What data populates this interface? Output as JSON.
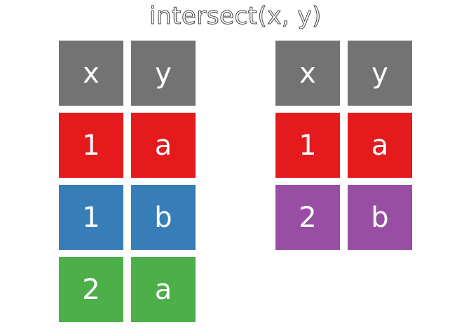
{
  "title": "intersect(x, y)",
  "colors": {
    "header": "#737373",
    "red": "#E41A1C",
    "blue": "#377EB8",
    "green": "#4DAF4A",
    "purple": "#984EA3"
  },
  "tables": [
    {
      "name": "x",
      "header": [
        "x",
        "y"
      ],
      "rows": [
        {
          "cells": [
            "1",
            "a"
          ],
          "color": "red"
        },
        {
          "cells": [
            "1",
            "b"
          ],
          "color": "blue"
        },
        {
          "cells": [
            "2",
            "a"
          ],
          "color": "green"
        }
      ]
    },
    {
      "name": "y",
      "header": [
        "x",
        "y"
      ],
      "rows": [
        {
          "cells": [
            "1",
            "a"
          ],
          "color": "red"
        },
        {
          "cells": [
            "2",
            "b"
          ],
          "color": "purple"
        }
      ]
    }
  ]
}
